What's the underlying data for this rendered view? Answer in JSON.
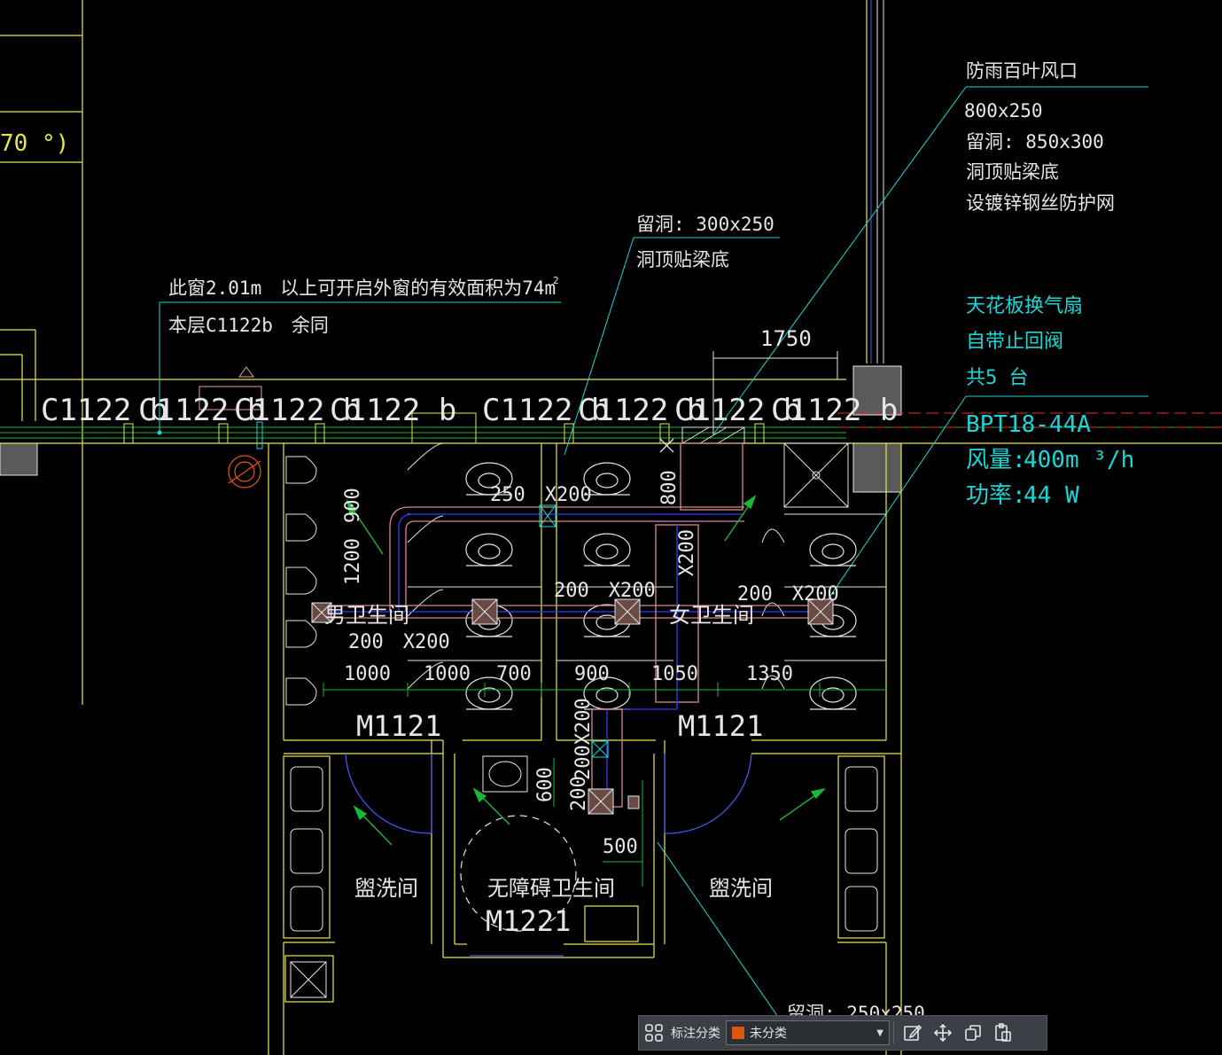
{
  "colors": {
    "background": "#000000",
    "wall": "#e8e84a",
    "annotation": "#18d7d7",
    "duct": "#2f3cff",
    "fixture": "#e6e6e6",
    "window_line": "#19b83a",
    "dash_red": "#e03030",
    "toolbar_bg": "#3b3f46",
    "category_swatch": "#e0560f"
  },
  "drawing": {
    "left_angle_text": "70 °)",
    "window_note_line1": "此窗2.01m　以上可开启外窗的有效面积为74m",
    "window_note_sup": "2",
    "window_note_line2": "本层C1122b　余同",
    "window_label": "C1122 b",
    "hole_small_line1": "留洞: 300x250",
    "hole_small_line2": "洞顶贴梁底",
    "louver_title": "防雨百叶风口",
    "louver_size": "800x250",
    "louver_hole": "留洞: 850x300",
    "louver_note1": "洞顶贴梁底",
    "louver_note2": "设镀锌钢丝防护网",
    "fan_line1": "天花板换气扇",
    "fan_line2": "自带止回阀",
    "fan_line3": "共5 台",
    "fan_model": "BPT18-44A",
    "fan_airflow_label": "风量:",
    "fan_airflow_value": "400m ³/h",
    "fan_power_label": "功率:",
    "fan_power_value": "44 W",
    "dim_1750": "1750",
    "dim_900": "900",
    "dim_800": "800",
    "dim_1200": "1200",
    "duct_250x200": "250　X200",
    "duct_200x200": "200　X200",
    "duct_x200": "X200",
    "dim_1000": "1000",
    "dim_700": "700",
    "dim_1050": "1050",
    "dim_1350": "1350",
    "dim_600": "600",
    "dim_500": "500",
    "dim_200": "200",
    "dim_200x200_v": "200X200",
    "room_male": "男卫生间",
    "room_female": "女卫生间",
    "room_wash": "盥洗间",
    "room_accessible": "无障碍卫生间",
    "door_m1121": "M1121",
    "door_m1221": "M1221",
    "hole_bottom": "留洞: 250x250"
  },
  "toolbar": {
    "grid_icon": "grid-icon",
    "label": "标注分类",
    "selected_category": "未分类",
    "edit_icon": "edit-icon",
    "move_icon": "move-icon",
    "copy_icon": "copy-icon",
    "paste_icon": "paste-icon"
  }
}
